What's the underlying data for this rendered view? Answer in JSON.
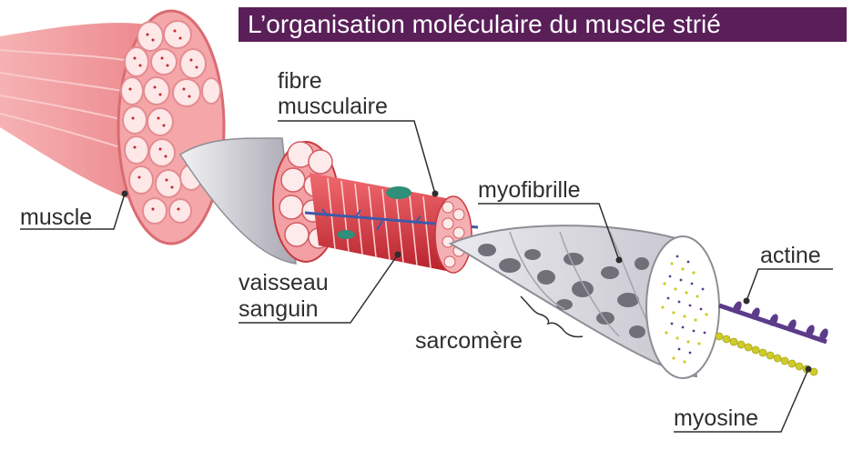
{
  "title": "L’organisation moléculaire du muscle strié",
  "labels": {
    "muscle": "muscle",
    "fibre_line1": "fibre",
    "fibre_line2": "musculaire",
    "vaisseau_line1": "vaisseau",
    "vaisseau_line2": "sanguin",
    "myofibrille": "myofibrille",
    "sarcomere": "sarcomère",
    "actine": "actine",
    "myosine": "myosine"
  },
  "colors": {
    "title_bg": "#5a1f59",
    "muscle": "#ef8f93",
    "fibre": "#e8474f",
    "sheath": "#c9c8d0",
    "actine": "#5c3b8a",
    "myosine": "#cfcc2a",
    "vessel": "#3e5aa8"
  }
}
